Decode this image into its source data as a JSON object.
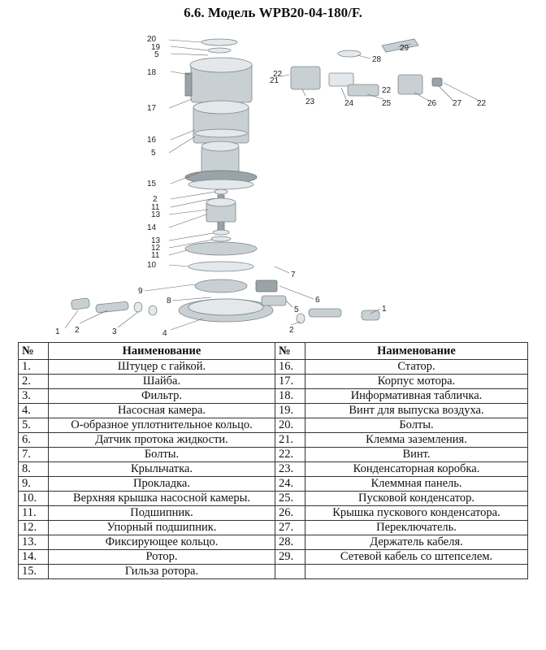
{
  "title": "6.6. Модель WPB20-04-180/F.",
  "diagram": {
    "callouts": [
      "20",
      "19",
      "5",
      "18",
      "17",
      "16",
      "5",
      "15",
      "2",
      "11",
      "13",
      "14",
      "13",
      "12",
      "11",
      "10",
      "9",
      "8",
      "3",
      "2",
      "1",
      "4",
      "2",
      "5",
      "6",
      "7",
      "1",
      "21",
      "22",
      "23",
      "24",
      "25",
      "22",
      "26",
      "27",
      "22",
      "28",
      "29"
    ]
  },
  "table": {
    "headers": [
      "№",
      "Наименование",
      "№",
      "Наименование"
    ],
    "rows": [
      {
        "n1": "1.",
        "name1": "Штуцер с гайкой.",
        "n2": "16.",
        "name2": "Статор."
      },
      {
        "n1": "2.",
        "name1": "Шайба.",
        "n2": "17.",
        "name2": "Корпус мотора."
      },
      {
        "n1": "3.",
        "name1": "Фильтр.",
        "n2": "18.",
        "name2": "Информативная табличка."
      },
      {
        "n1": "4.",
        "name1": "Насосная камера.",
        "n2": "19.",
        "name2": "Винт для выпуска воздуха."
      },
      {
        "n1": "5.",
        "name1": "О-образное уплотнительное кольцо.",
        "n2": "20.",
        "name2": "Болты."
      },
      {
        "n1": "6.",
        "name1": "Датчик протока жидкости.",
        "n2": "21.",
        "name2": "Клемма заземления."
      },
      {
        "n1": "7.",
        "name1": "Болты.",
        "n2": "22.",
        "name2": "Винт."
      },
      {
        "n1": "8.",
        "name1": "Крыльчатка.",
        "n2": "23.",
        "name2": "Конденсаторная коробка."
      },
      {
        "n1": "9.",
        "name1": "Прокладка.",
        "n2": "24.",
        "name2": "Клеммная панель."
      },
      {
        "n1": "10.",
        "name1": "Верхняя крышка насосной камеры.",
        "n2": "25.",
        "name2": "Пусковой конденсатор."
      },
      {
        "n1": "11.",
        "name1": "Подшипник.",
        "n2": "26.",
        "name2": "Крышка пускового конденсатора."
      },
      {
        "n1": "12.",
        "name1": "Упорный подшипник.",
        "n2": "27.",
        "name2": "Переключатель."
      },
      {
        "n1": "13.",
        "name1": "Фиксирующее кольцо.",
        "n2": "28.",
        "name2": "Держатель кабеля."
      },
      {
        "n1": "14.",
        "name1": "Ротор.",
        "n2": "29.",
        "name2": "Сетевой кабель со штепселем."
      },
      {
        "n1": "15.",
        "name1": "Гильза ротора.",
        "n2": "",
        "name2": ""
      }
    ]
  }
}
